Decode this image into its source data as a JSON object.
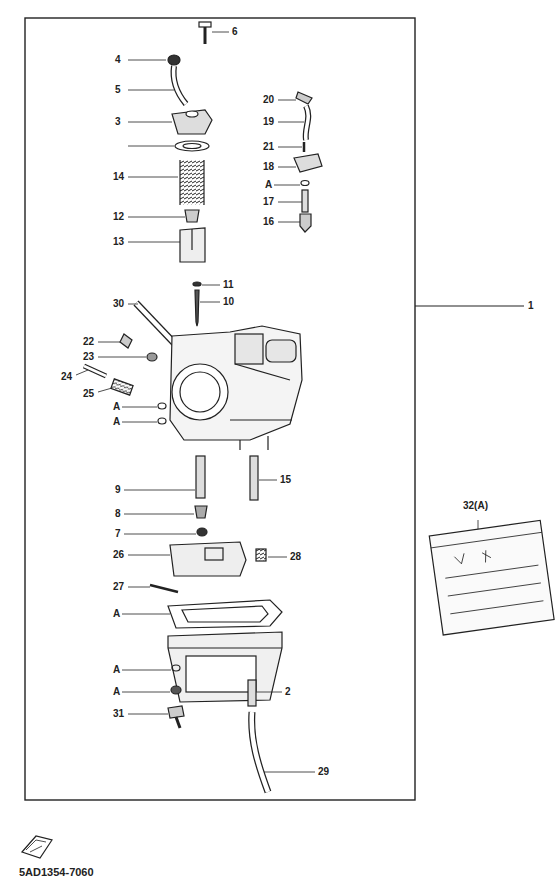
{
  "diagram": {
    "labels": [
      "6",
      "4",
      "5",
      "3",
      "20",
      "19",
      "21",
      "18",
      "A",
      "17",
      "16",
      "14",
      "12",
      "13",
      "11",
      "10",
      "30",
      "22",
      "23",
      "24",
      "25",
      "A",
      "A",
      "9",
      "15",
      "8",
      "7",
      "26",
      "28",
      "27",
      "A",
      "1",
      "A",
      "A",
      "2",
      "31",
      "29",
      "32(A)",
      "5AD1354-7060"
    ]
  }
}
